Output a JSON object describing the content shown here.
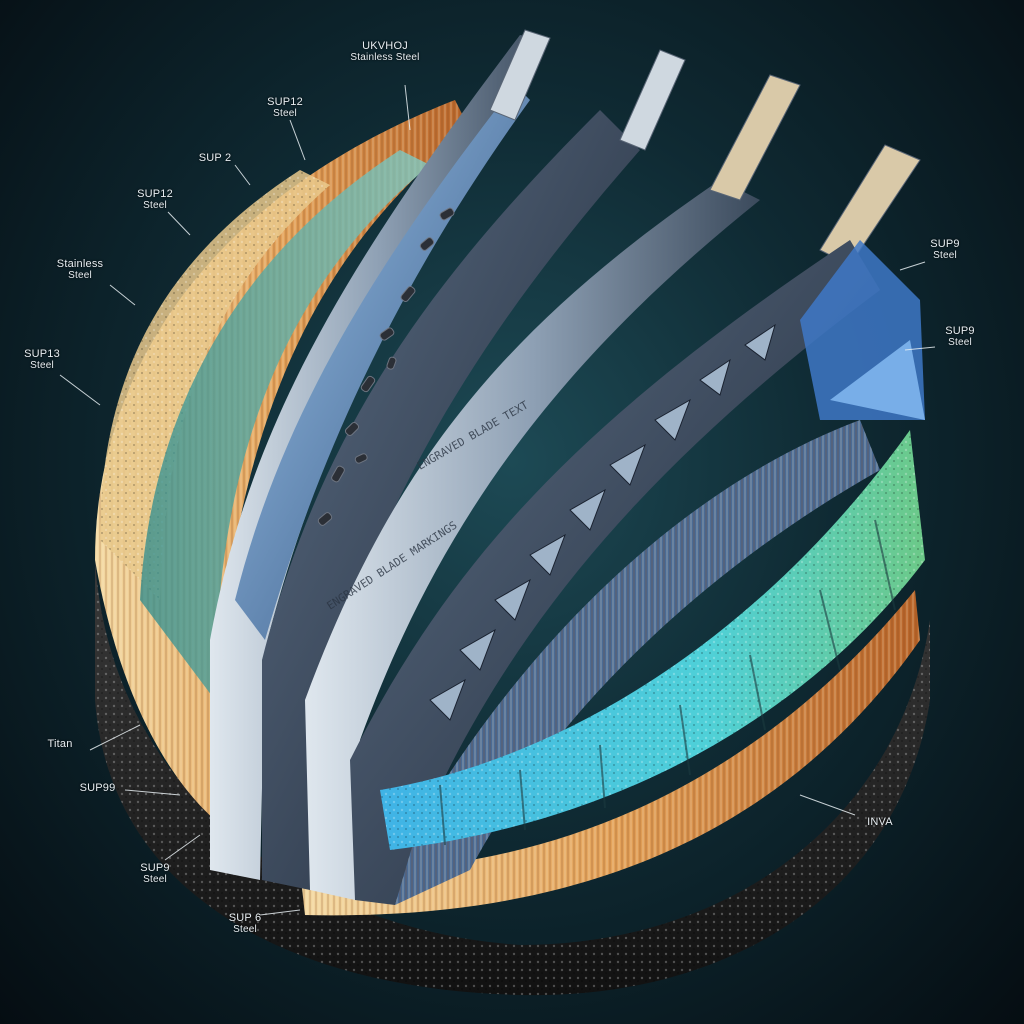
{
  "labels": {
    "top_right_tag": {
      "line1": "UKVHOJ",
      "line2": "Stainless Steel"
    },
    "sup12_top": {
      "line1": "SUP12",
      "line2": "Steel"
    },
    "sup2": {
      "line1": "SUP 2"
    },
    "sup12_left": {
      "line1": "SUP12",
      "line2": "Steel"
    },
    "stainless_left": {
      "line1": "Stainless",
      "line2": "Steel"
    },
    "sup13_left": {
      "line1": "SUP13",
      "line2": "Steel"
    },
    "sup9_right_top": {
      "line1": "SUP9",
      "line2": "Steel"
    },
    "sup9_right_mid": {
      "line1": "SUP9",
      "line2": "Steel"
    },
    "titan": {
      "line1": "Titan"
    },
    "sup99": {
      "line1": "SUP99"
    },
    "sup9_bottom": {
      "line1": "SUP9",
      "line2": "Steel"
    },
    "sup6_bottom": {
      "line1": "SUP 6",
      "line2": "Steel"
    },
    "inva": {
      "line1": "INVA"
    }
  },
  "blade_engravings": [
    "ENGRAVED BLADE MARKINGS",
    "ENGRAVED BLADE TEXT"
  ],
  "colors": {
    "background": "#0f2a33",
    "bristle_orange": "#d98a3c",
    "bristle_cream": "#e8c98f",
    "blade_steel": "#8ea0b4",
    "blade_blue": "#3f6ea8",
    "foam_cyan": "#39c6e0",
    "foam_green": "#5fc58a",
    "base_dark": "#1b1b1b"
  }
}
